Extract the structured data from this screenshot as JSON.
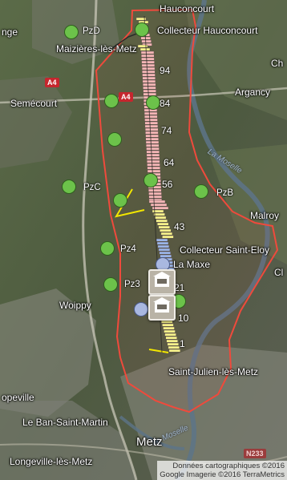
{
  "places": [
    {
      "id": "hauconcourt",
      "text": "Hauconcourt"
    },
    {
      "id": "nge",
      "text": "nge"
    },
    {
      "id": "maizieres",
      "text": "Maizières-lès-Metz"
    },
    {
      "id": "collecteur-hauconcourt",
      "text": "Collecteur Hauconcourt"
    },
    {
      "id": "ch",
      "text": "Ch"
    },
    {
      "id": "argancy",
      "text": "Argancy"
    },
    {
      "id": "semecourt",
      "text": "Semécourt"
    },
    {
      "id": "malroy",
      "text": "Malroy"
    },
    {
      "id": "collecteur-saint-eloy",
      "text": "Collecteur Saint-Eloy"
    },
    {
      "id": "la-maxe",
      "text": "La Maxe"
    },
    {
      "id": "cl",
      "text": "Cl"
    },
    {
      "id": "woippy",
      "text": "Woippy"
    },
    {
      "id": "saint-julien",
      "text": "Saint-Julien-lès-Metz"
    },
    {
      "id": "opeville",
      "text": "opeville"
    },
    {
      "id": "le-ban-saint-martin",
      "text": "Le Ban-Saint-Martin"
    },
    {
      "id": "metz",
      "text": "Metz"
    },
    {
      "id": "longeville",
      "text": "Longeville-lès-Metz"
    }
  ],
  "river_labels": [
    "La Moselle",
    "La Moselle"
  ],
  "highway_shields": [
    "A4",
    "A4",
    "N233"
  ],
  "piezometers": [
    "PzD",
    "PzC",
    "PzB",
    "Pz4",
    "Pz3"
  ],
  "kilometer_markers": [
    "94",
    "84",
    "74",
    "64",
    "56",
    "43",
    "21",
    "10",
    "1"
  ],
  "attribution": {
    "line1": "Données cartographiques ©2016",
    "line2": "Google Imagerie ©2016 TerraMetrics"
  },
  "colors": {
    "boundary": "#ef4a3c",
    "marker_green": "#6cc24a",
    "marker_blue": "#a9b8e0",
    "segment_pink": "#f3b5b5",
    "segment_blue": "#9ab4e6",
    "segment_yellow": "#f4f08a",
    "yellow_line": "#f2e600"
  }
}
